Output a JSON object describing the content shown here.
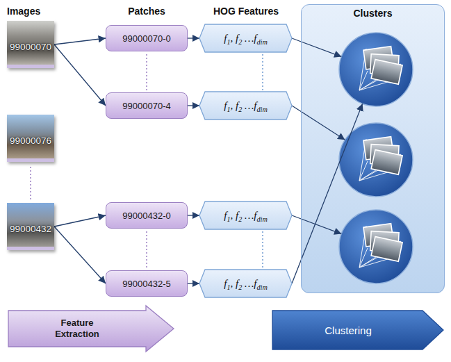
{
  "diagram": {
    "nodes": [
      {
        "text": [
          "99000070"
        ]
      },
      {
        "text": [
          "99000076"
        ]
      },
      {
        "text": [
          "99000432"
        ]
      },
      {
        "text": [
          "99000070-0"
        ]
      },
      {
        "text": [
          "99000070-4"
        ]
      },
      {
        "text": [
          "99000432-0"
        ]
      },
      {
        "text": [
          "99000432-5"
        ]
      },
      {
        "text": [
          "f1, f2 …fdim"
        ]
      },
      {
        "text": [
          "f1, f2 …fdim"
        ]
      },
      {
        "text": [
          "f1, f2 …fdim"
        ]
      },
      {
        "text": [
          "f1, f2 …fdim"
        ]
      },
      {
        "text": [
          "Clusters"
        ]
      },
      {
        "text": [
          "Feature Extraction"
        ]
      },
      {
        "text": [
          "Clustering"
        ]
      }
    ],
    "edges": [
      {
        "from": 0,
        "to": 3,
        "arrow": "to"
      },
      {
        "from": 0,
        "to": 4,
        "arrow": "to"
      },
      {
        "from": 2,
        "to": 5,
        "arrow": "to"
      },
      {
        "from": 2,
        "to": 6,
        "arrow": "to"
      },
      {
        "from": 3,
        "to": 7,
        "arrow": "to"
      },
      {
        "from": 4,
        "to": 8,
        "arrow": "to"
      },
      {
        "from": 5,
        "to": 9,
        "arrow": "to"
      },
      {
        "from": 6,
        "to": 10,
        "arrow": "to"
      },
      {
        "from": 7,
        "to": 11,
        "arrow": "to"
      },
      {
        "from": 8,
        "to": 11,
        "arrow": "to"
      },
      {
        "from": 9,
        "to": 11,
        "arrow": "to"
      },
      {
        "from": 10,
        "to": 11,
        "arrow": "to"
      }
    ],
    "labels": [
      "Images",
      "Patches",
      "HOG Features"
    ]
  }
}
